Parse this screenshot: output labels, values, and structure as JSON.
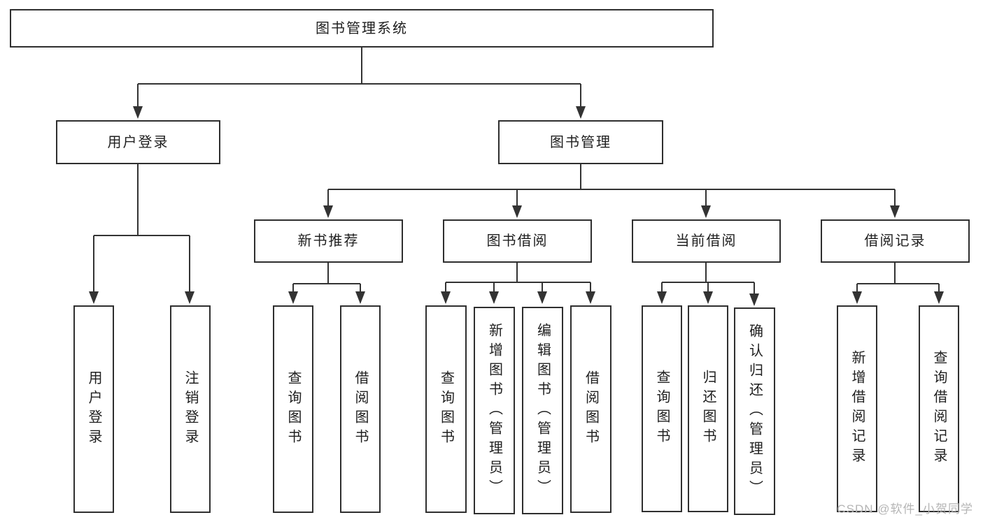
{
  "tree": {
    "root": {
      "label": "图书管理系统"
    },
    "branches": [
      {
        "label": "用户登录",
        "children": [
          {
            "label": "用户登录"
          },
          {
            "label": "注销登录"
          }
        ]
      },
      {
        "label": "图书管理",
        "children": [
          {
            "label": "新书推荐",
            "children": [
              {
                "label": "查询图书"
              },
              {
                "label": "借阅图书"
              }
            ]
          },
          {
            "label": "图书借阅",
            "children": [
              {
                "label": "查询图书"
              },
              {
                "label": "新增图书（管理员）"
              },
              {
                "label": "编辑图书（管理员）"
              },
              {
                "label": "借阅图书"
              }
            ]
          },
          {
            "label": "当前借阅",
            "children": [
              {
                "label": "查询图书"
              },
              {
                "label": "归还图书"
              },
              {
                "label": "确认归还（管理员）"
              }
            ]
          },
          {
            "label": "借阅记录",
            "children": [
              {
                "label": "新增借阅记录"
              },
              {
                "label": "查询借阅记录"
              }
            ]
          }
        ]
      }
    ]
  },
  "watermark": {
    "text": "CSDN @软件_小贺同学"
  },
  "colors": {
    "line": "#333333",
    "box_border": "#2f2f2f",
    "text": "#1f1f1f",
    "background": "#ffffff",
    "watermark": "#b5b5b5"
  }
}
